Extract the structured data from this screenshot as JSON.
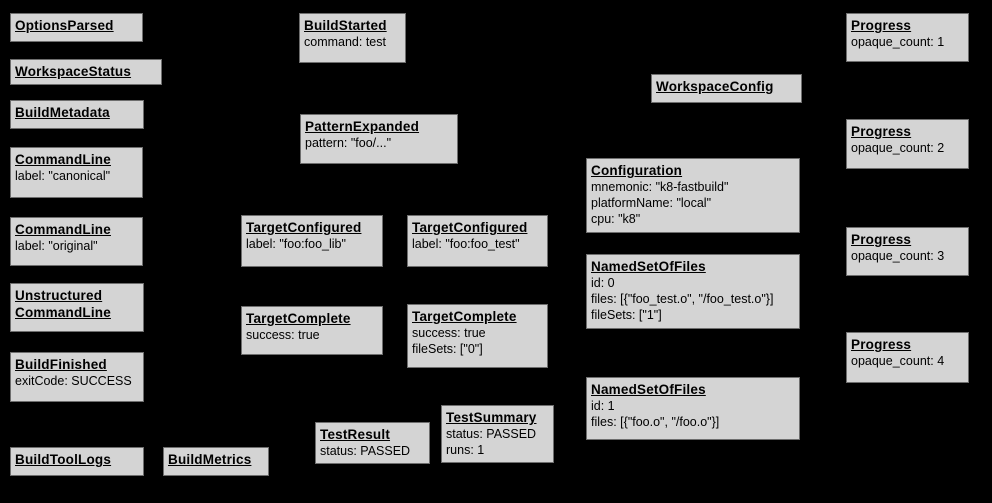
{
  "diagram": {
    "description": "Bazel Build Event Protocol event graph",
    "background_color": "#000000",
    "node_fill_color": "#d4d4d4",
    "node_text_color": "#000000",
    "nodes": {
      "options_parsed": {
        "title": "OptionsParsed"
      },
      "workspace_status": {
        "title": "WorkspaceStatus"
      },
      "build_metadata": {
        "title": "BuildMetadata"
      },
      "command_line_canonical": {
        "title": "CommandLine",
        "lines": [
          "label: \"canonical\""
        ]
      },
      "command_line_original": {
        "title": "CommandLine",
        "lines": [
          "label: \"original\""
        ]
      },
      "unstructured_command_line": {
        "title": "Unstructured",
        "title2": "CommandLine"
      },
      "build_finished": {
        "title": "BuildFinished",
        "lines": [
          "exitCode: SUCCESS"
        ]
      },
      "build_tool_logs": {
        "title": "BuildToolLogs"
      },
      "build_metrics": {
        "title": "BuildMetrics"
      },
      "build_started": {
        "title": "BuildStarted",
        "lines": [
          "command: test"
        ]
      },
      "pattern_expanded": {
        "title": "PatternExpanded",
        "lines": [
          "pattern: \"foo/...\""
        ]
      },
      "target_configured_lib": {
        "title": "TargetConfigured",
        "lines": [
          "label: \"foo:foo_lib\""
        ]
      },
      "target_configured_test": {
        "title": "TargetConfigured",
        "lines": [
          "label: \"foo:foo_test\""
        ]
      },
      "target_complete_lib": {
        "title": "TargetComplete",
        "lines": [
          "success: true"
        ]
      },
      "target_complete_test": {
        "title": "TargetComplete",
        "lines": [
          "success: true",
          "fileSets: [\"0\"]"
        ]
      },
      "test_result": {
        "title": "TestResult",
        "lines": [
          "status: PASSED"
        ]
      },
      "test_summary": {
        "title": "TestSummary",
        "lines": [
          "status: PASSED",
          "runs: 1"
        ]
      },
      "workspace_config": {
        "title": "WorkspaceConfig"
      },
      "configuration": {
        "title": "Configuration",
        "lines": [
          "mnemonic: \"k8-fastbuild\"",
          "platformName: \"local\"",
          "cpu: \"k8\""
        ]
      },
      "named_set_0": {
        "title": "NamedSetOfFiles",
        "lines": [
          "id: 0",
          "files: [{\"foo_test.o\", \"/foo_test.o\"}]",
          "fileSets: [\"1\"]"
        ]
      },
      "named_set_1": {
        "title": "NamedSetOfFiles",
        "lines": [
          "id: 1",
          "files: [{\"foo.o\", \"/foo.o\"}]"
        ]
      },
      "progress_1": {
        "title": "Progress",
        "lines": [
          "opaque_count: 1"
        ]
      },
      "progress_2": {
        "title": "Progress",
        "lines": [
          "opaque_count: 2"
        ]
      },
      "progress_3": {
        "title": "Progress",
        "lines": [
          "opaque_count: 3"
        ]
      },
      "progress_4": {
        "title": "Progress",
        "lines": [
          "opaque_count: 4"
        ]
      }
    }
  }
}
